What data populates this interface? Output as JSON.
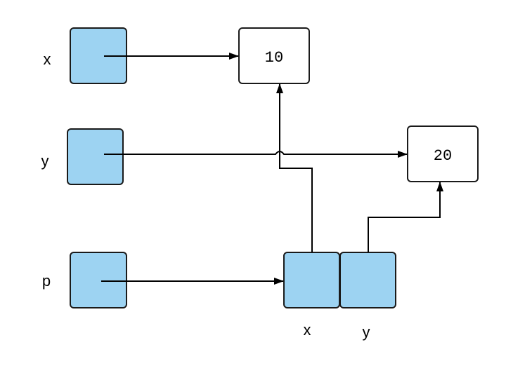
{
  "variables": [
    {
      "label": "x"
    },
    {
      "label": "y"
    },
    {
      "label": "p"
    }
  ],
  "values": [
    {
      "text": "10"
    },
    {
      "text": "20"
    }
  ],
  "struct_fields": [
    {
      "label": "x"
    },
    {
      "label": "y"
    }
  ],
  "colors": {
    "variable_fill": "#9dd3f2",
    "stroke": "#1a1a1a"
  }
}
